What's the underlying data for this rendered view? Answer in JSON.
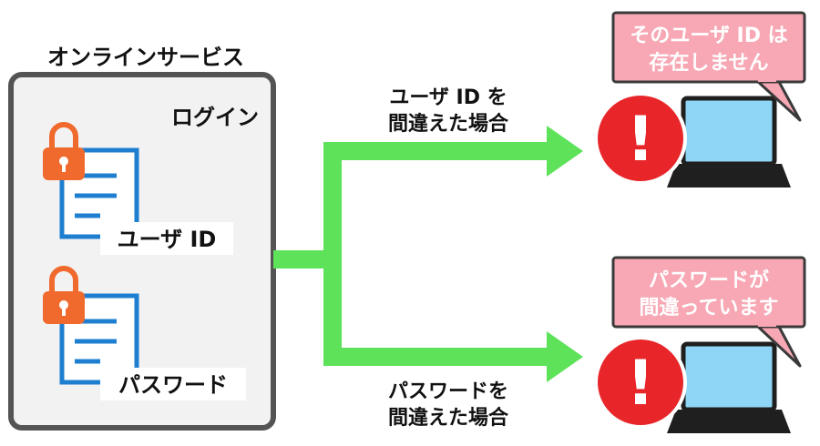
{
  "service": {
    "title": "オンラインサービス",
    "login_label": "ログイン",
    "fields": [
      {
        "label": "ユーザ ID"
      },
      {
        "label": "パスワード"
      }
    ]
  },
  "branches": [
    {
      "case_lines": [
        "ユーザ ID を",
        "間違えた場合"
      ],
      "message_lines": [
        "そのユーザ ID は",
        "存在しません"
      ],
      "alert_symbol": "!"
    },
    {
      "case_lines": [
        "パスワードを",
        "間違えた場合"
      ],
      "message_lines": [
        "パスワードが",
        "間違っています"
      ],
      "alert_symbol": "!"
    }
  ],
  "colors": {
    "arrow": "#5ee25a",
    "alert": "#e8262a",
    "lock": "#f06a2e",
    "document": "#1e7fd0",
    "bubble": "#f7a8b4",
    "panel_border": "#545454",
    "panel_fill": "#f2f2f2",
    "laptop_screen": "#8fd5f5",
    "laptop_body": "#1f1f1f"
  }
}
